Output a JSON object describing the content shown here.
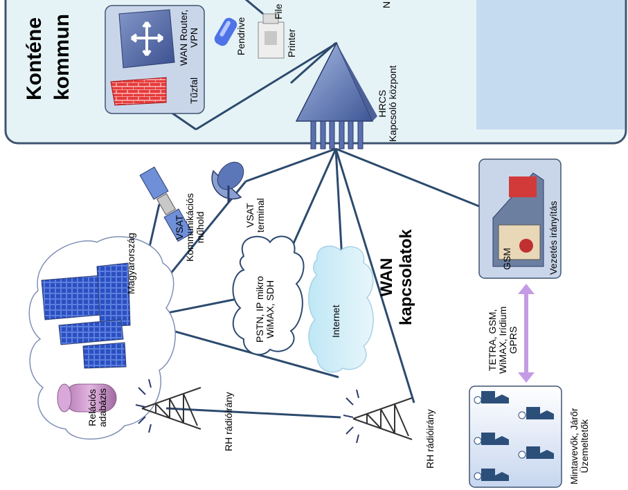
{
  "container": {
    "title_line1": "Konténe",
    "title_line2": "kommun",
    "cut_letter": "N"
  },
  "devices": {
    "wan_router": [
      "WAN Router,",
      "VPN"
    ],
    "firewall": "Tűzfal",
    "pendrive": "Pendrive",
    "file": "File",
    "printer": "Printer",
    "hrcs": [
      "HRCS",
      "Kapcsoló központ"
    ]
  },
  "wan": {
    "title_line1": "WAN",
    "title_line2": "kapcsolatok",
    "satellite": [
      "VSAT",
      "Kommunikációs",
      "műhold"
    ],
    "vsat_terminal": [
      "VSAT",
      "terminal"
    ],
    "pstn_cloud": [
      "PSTN, IP mikro",
      "WiMAX, SDH"
    ],
    "internet": "Internet",
    "magyarorszag": "Magyarország",
    "database": [
      "Relációs",
      "adabázis"
    ],
    "rh_left": "RH rádióirány",
    "rh_right": "RH rádióirány",
    "command": "Vezetés irányítás",
    "gsm": "GSM",
    "radio_tech": [
      "TETRA, GSM,",
      "WiMAX, Irídium",
      "GPRS"
    ],
    "field": [
      "Mintavevők, Járőr",
      "Üzemeltetők"
    ]
  },
  "colors": {
    "panel_bg": "#e6f3f6",
    "panel_right": "#c5dbf0",
    "panel_border": "#3f5470",
    "link_line": "#2c4a6e",
    "arrow": "#c49be4"
  }
}
